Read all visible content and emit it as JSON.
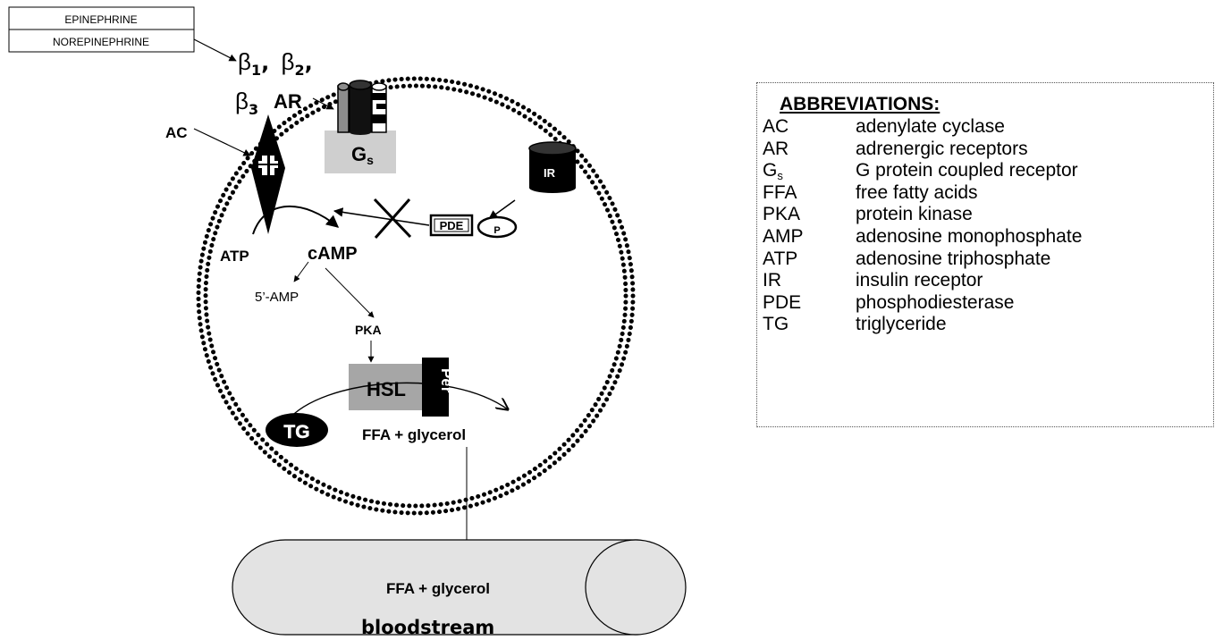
{
  "hormones": {
    "epinephrine": "EPINEPHRINE",
    "norepinephrine": "NOREPINEPHRINE"
  },
  "labels": {
    "beta": "β",
    "sub1": "1",
    "sub2": "2",
    "sub3": "3",
    "comma": ",",
    "ar": "AR",
    "ac": "AC",
    "gs_main": "G",
    "gs_sub": "s",
    "ir": "IR",
    "pde": "PDE",
    "p": "P",
    "atp": "ATP",
    "camp": "cAMP",
    "amp5": "5’-AMP",
    "pka": "PKA",
    "hsl": "HSL",
    "per": "Per",
    "tg": "TG",
    "ffa_cell": "FFA + glycerol",
    "ffa_vessel": "FFA + glycerol",
    "bloodstream": "bloodstream"
  },
  "colors": {
    "gs_box": "#cfcfcf",
    "hsl_box": "#a6a6a6",
    "vessel_fill": "#e3e3e3",
    "receptor_grey": "#8c8c8c"
  },
  "icons": {
    "receptor": "beta-adrenergic-receptor-icon",
    "adenylate_cyclase": "adenylate-cyclase-diamond-icon",
    "insulin_receptor": "insulin-receptor-cylinder-icon",
    "inhibition": "x-cross-icon"
  },
  "abbreviations": {
    "title": "ABBREVIATIONS:",
    "items": [
      {
        "term": "AC",
        "definition": "adenylate cyclase"
      },
      {
        "term": "AR",
        "definition": "adrenergic receptors"
      },
      {
        "term": "G",
        "term_sub": "s",
        "definition": "G protein coupled receptor"
      },
      {
        "term": "FFA",
        "definition": "free fatty acids"
      },
      {
        "term": "PKA",
        "definition": "protein kinase"
      },
      {
        "term": "AMP",
        "definition": "adenosine monophosphate"
      },
      {
        "term": "ATP",
        "definition": "adenosine triphosphate"
      },
      {
        "term": "IR",
        "definition": "insulin receptor"
      },
      {
        "term": "PDE",
        "definition": "phosphodiesterase"
      },
      {
        "term": "TG",
        "definition": "triglyceride"
      }
    ]
  }
}
